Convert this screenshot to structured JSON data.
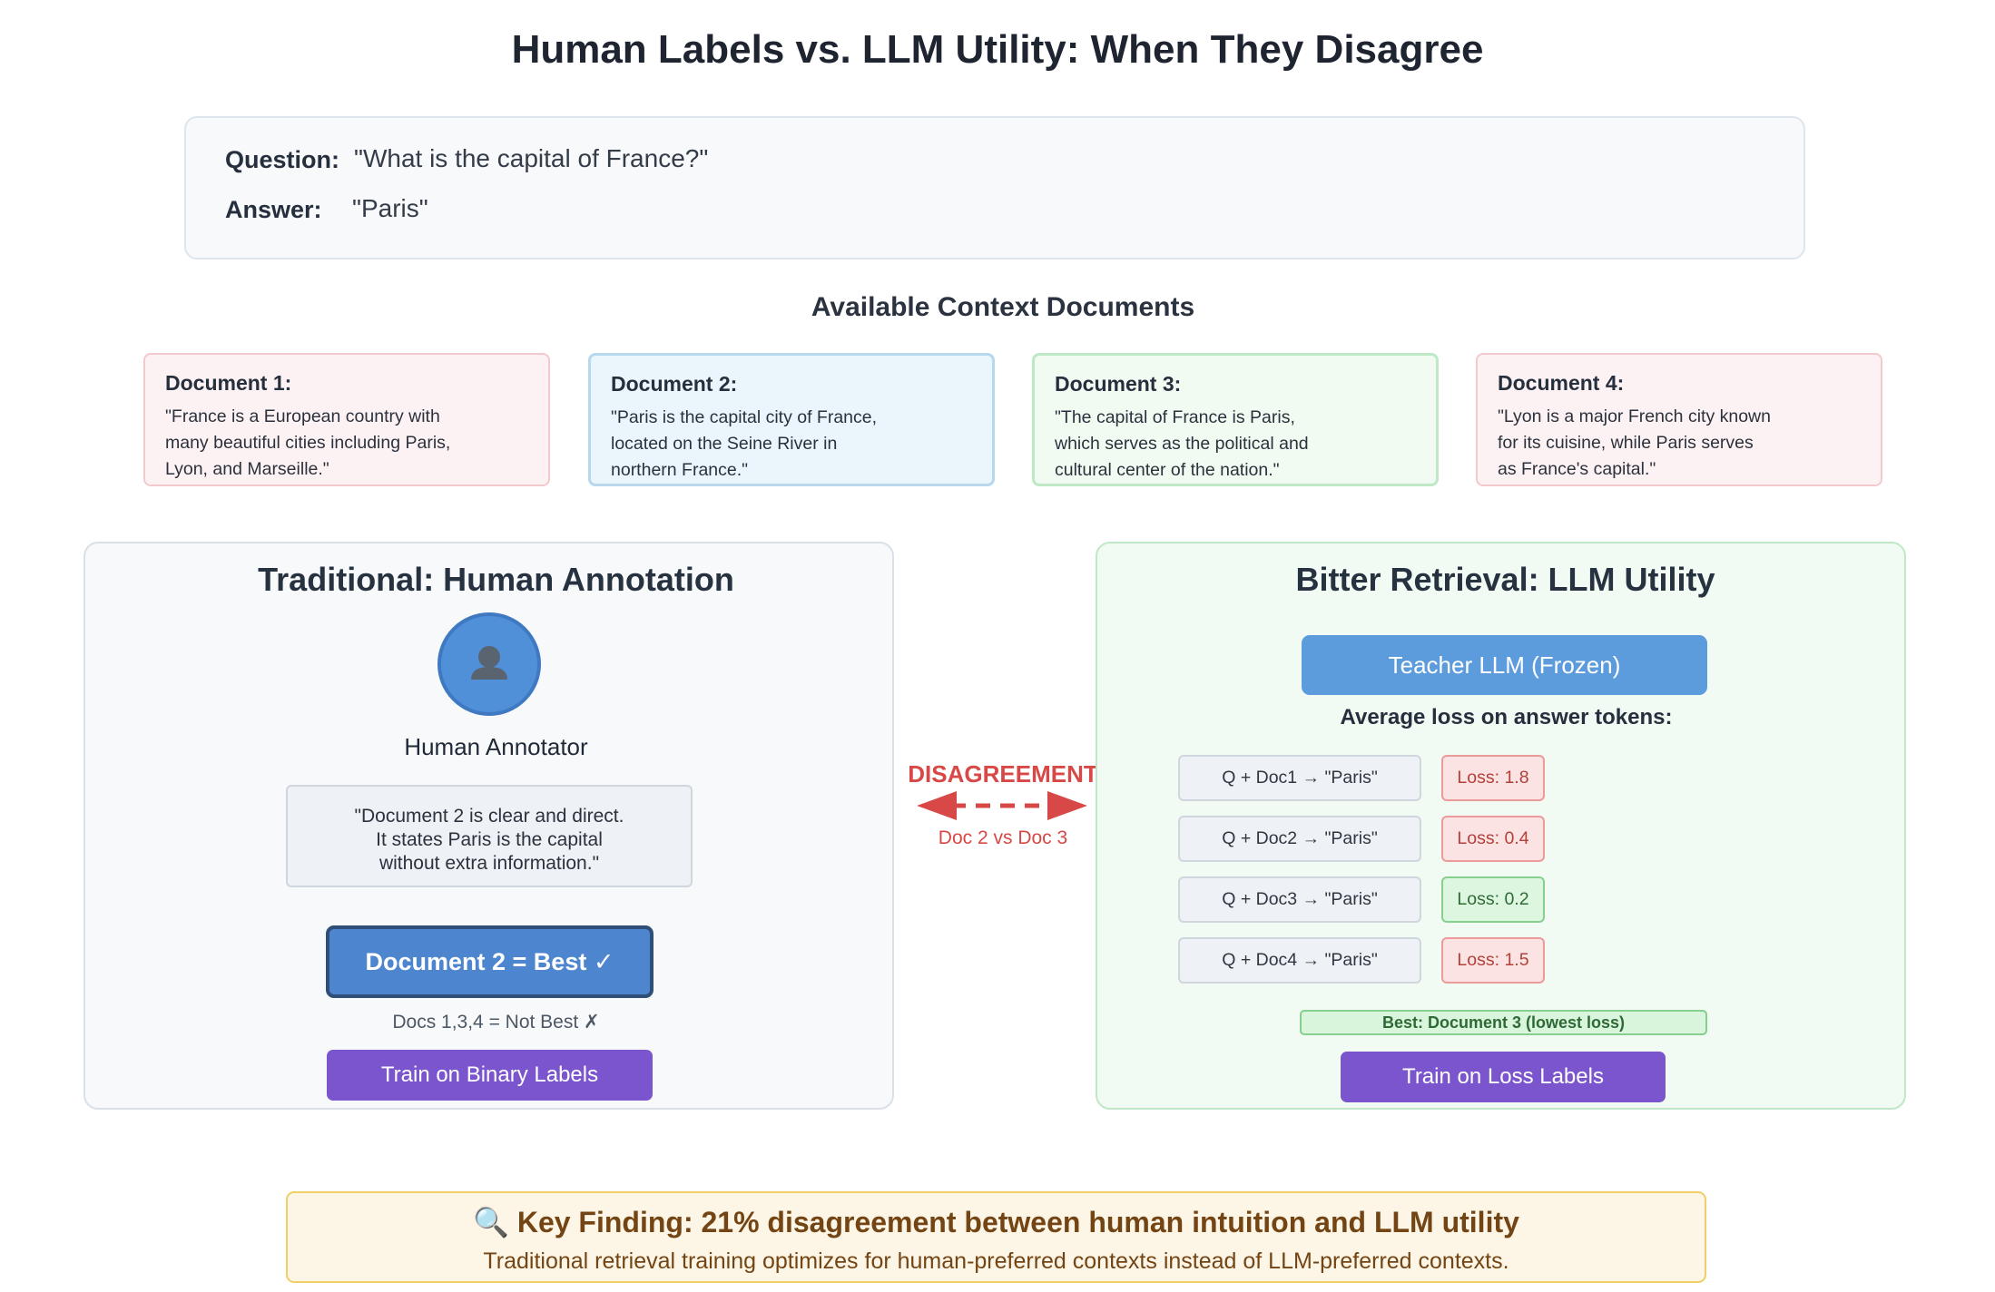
{
  "title": "Human Labels vs. LLM Utility: When They Disagree",
  "qa": {
    "question_label": "Question:",
    "question": "\"What is the capital of France?\"",
    "answer_label": "Answer:",
    "answer": "\"Paris\""
  },
  "documents_title": "Available Context Documents",
  "documents": [
    {
      "heading": "Document 1:",
      "text": "\"France is a European country with\nmany beautiful cities including Paris,\nLyon, and Marseille.\""
    },
    {
      "heading": "Document 2:",
      "text": "\"Paris is the capital city of France,\nlocated on the Seine River in\nnorthern France.\""
    },
    {
      "heading": "Document 3:",
      "text": "\"The capital of France is Paris,\nwhich serves as the political and\ncultural center of the nation.\""
    },
    {
      "heading": "Document 4:",
      "text": "\"Lyon is a major French city known\nfor its cuisine, while Paris serves\nas France's capital.\""
    }
  ],
  "traditional": {
    "title": "Traditional: Human Annotation",
    "annotator_icon": "person-icon",
    "annotator_label": "Human Annotator",
    "quote": "\"Document 2 is clear and direct.\nIt states Paris is the capital\nwithout extra information.\"",
    "best_label": "Document 2 = Best ✓",
    "not_best_label": "Docs 1,3,4 = Not Best ✗",
    "train_label": "Train on Binary Labels"
  },
  "disagreement": {
    "label": "DISAGREEMENT",
    "sub": "Doc 2 vs Doc 3"
  },
  "bitter": {
    "title": "Bitter Retrieval: LLM Utility",
    "teacher_label": "Teacher LLM (Frozen)",
    "avg_loss_label": "Average loss on answer tokens:",
    "rows": [
      {
        "query": "Q + Doc1 → \"Paris\"",
        "loss": "Loss: 1.8",
        "status": "red"
      },
      {
        "query": "Q + Doc2 → \"Paris\"",
        "loss": "Loss: 0.4",
        "status": "red"
      },
      {
        "query": "Q + Doc3 → \"Paris\"",
        "loss": "Loss: 0.2",
        "status": "green"
      },
      {
        "query": "Q + Doc4 → \"Paris\"",
        "loss": "Loss: 1.5",
        "status": "red"
      }
    ],
    "best_label": "Best: Document 3 (lowest loss)",
    "train_label": "Train on Loss Labels"
  },
  "finding": {
    "icon": "magnifier-icon",
    "icon_glyph": "🔍",
    "title": "Key Finding: 21% disagreement between human intuition and LLM utility",
    "subtitle": "Traditional retrieval training optimizes for human-preferred contexts instead of LLM-preferred contexts."
  },
  "colors": {
    "accent_blue": "#4d86cf",
    "accent_purple": "#7a55cd",
    "disagree_red": "#d84846",
    "loss_green": "#2f6a36"
  }
}
